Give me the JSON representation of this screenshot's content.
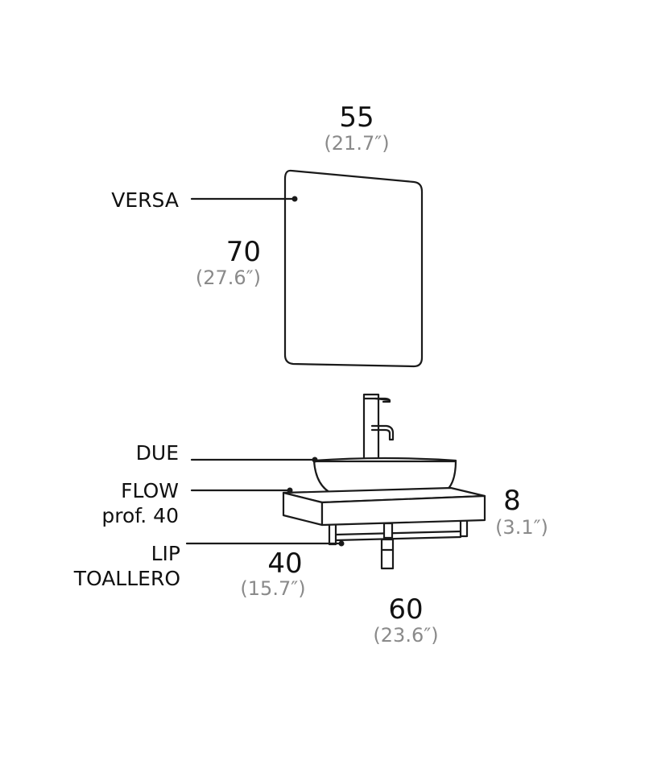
{
  "colors": {
    "line": "#1a1a1a",
    "dimension_main": "#111111",
    "dimension_imperial": "#8a8a8a"
  },
  "mirror": {
    "name": "VERSA",
    "width": "55",
    "width_in": "(21.7″)",
    "height": "70",
    "height_in": "(27.6″)"
  },
  "basin": {
    "name": "DUE"
  },
  "shelf": {
    "name": "FLOW",
    "depth_note": "prof. 40",
    "thickness": "8",
    "thickness_in": "(3.1″)",
    "depth": "40",
    "depth_in": "(15.7″)",
    "width": "60",
    "width_in": "(23.6″)"
  },
  "towel_bar": {
    "name_line1": "LIP",
    "name_line2": "TOALLERO"
  }
}
